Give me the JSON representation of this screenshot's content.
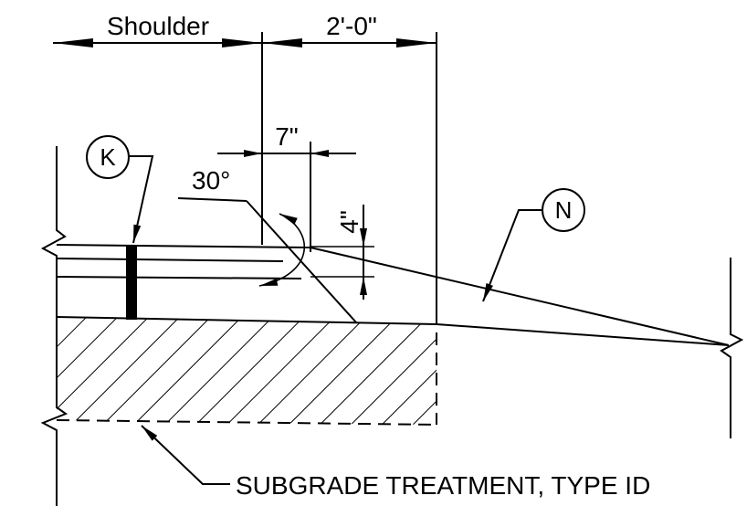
{
  "dimensions": {
    "shoulder": "Shoulder",
    "two_feet": "2'-0\"",
    "seven_in": "7\"",
    "four_in": "4\"",
    "angle": "30°"
  },
  "callouts": {
    "k": "K",
    "n": "N"
  },
  "notes": {
    "subgrade": "SUBGRADE TREATMENT, TYPE ID"
  },
  "colors": {
    "line": "#000000",
    "background": "#ffffff"
  }
}
